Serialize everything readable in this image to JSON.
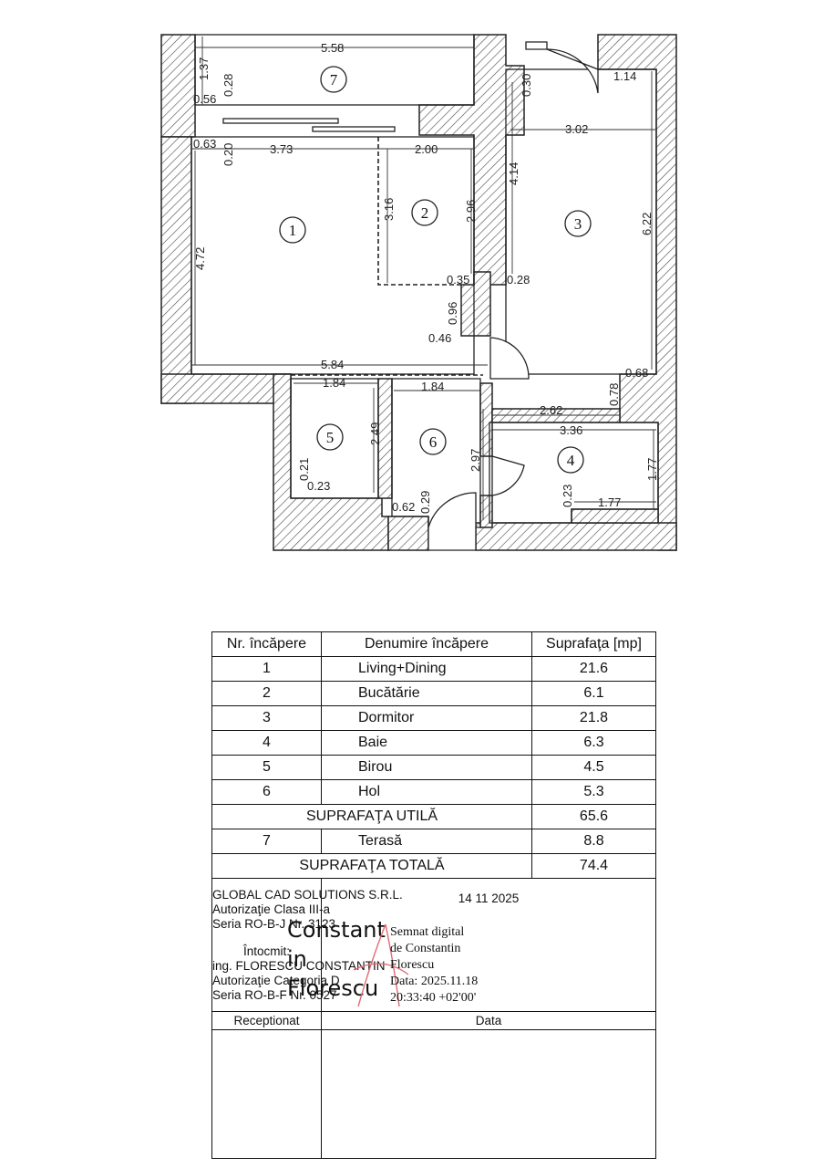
{
  "plan": {
    "rooms": [
      {
        "num": "1"
      },
      {
        "num": "2"
      },
      {
        "num": "3"
      },
      {
        "num": "4"
      },
      {
        "num": "5"
      },
      {
        "num": "6"
      },
      {
        "num": "7"
      }
    ],
    "dims": [
      "5.58",
      "1.37",
      "0.28",
      "0.56",
      "0.30",
      "1.14",
      "3.02",
      "0.63",
      "0.20",
      "3.73",
      "2.00",
      "3.16",
      "2.96",
      "4.14",
      "6.22",
      "4.72",
      "0.35",
      "0.28",
      "0.96",
      "0.46",
      "5.84",
      "1.84",
      "1.84",
      "0.68",
      "0.78",
      "2.62",
      "3.36",
      "2.49",
      "2.97",
      "1.77",
      "0.21",
      "0.23",
      "0.23",
      "1.77",
      "0.62",
      "0.29"
    ]
  },
  "table": {
    "headers": [
      "Nr. încăpere",
      "Denumire încăpere",
      "Suprafaţa [mp]"
    ],
    "rows": [
      {
        "nr": "1",
        "name": "Living+Dining",
        "area": "21.6"
      },
      {
        "nr": "2",
        "name": "Bucătărie",
        "area": "6.1"
      },
      {
        "nr": "3",
        "name": "Dormitor",
        "area": "21.8"
      },
      {
        "nr": "4",
        "name": "Baie",
        "area": "6.3"
      },
      {
        "nr": "5",
        "name": "Birou",
        "area": "4.5"
      },
      {
        "nr": "6",
        "name": "Hol",
        "area": "5.3"
      }
    ],
    "useful_label": "SUPRAFAŢA UTILĂ",
    "useful_value": "65.6",
    "terrace": {
      "nr": "7",
      "name": "Terasă",
      "area": "8.8"
    },
    "total_label": "SUPRAFAŢA TOTALĂ",
    "total_value": "74.4"
  },
  "firm": {
    "name": "GLOBAL CAD SOLUTIONS S.R.L.",
    "auth": "Autorizaţie Clasa III-a",
    "series": "Seria RO-B-J Nr. 3123",
    "prepared_label": "Întocmit:",
    "engineer": "ing. FLORESCU CONSTANTIN",
    "auth2": "Autorizaţie Categoria D",
    "series2": "Seria RO-B-F Nr. 0527"
  },
  "date": "14 11 2025",
  "signature": {
    "big_1": "Constant",
    "big_2": "in",
    "big_3": "Florescu",
    "small_1": "Semnat digital",
    "small_2": "de Constantin",
    "small_3": "Florescu",
    "small_4": "Data: 2025.11.18",
    "small_5": "20:33:40 +02'00'"
  },
  "footer": {
    "received": "Receptionat",
    "date": "Data"
  }
}
